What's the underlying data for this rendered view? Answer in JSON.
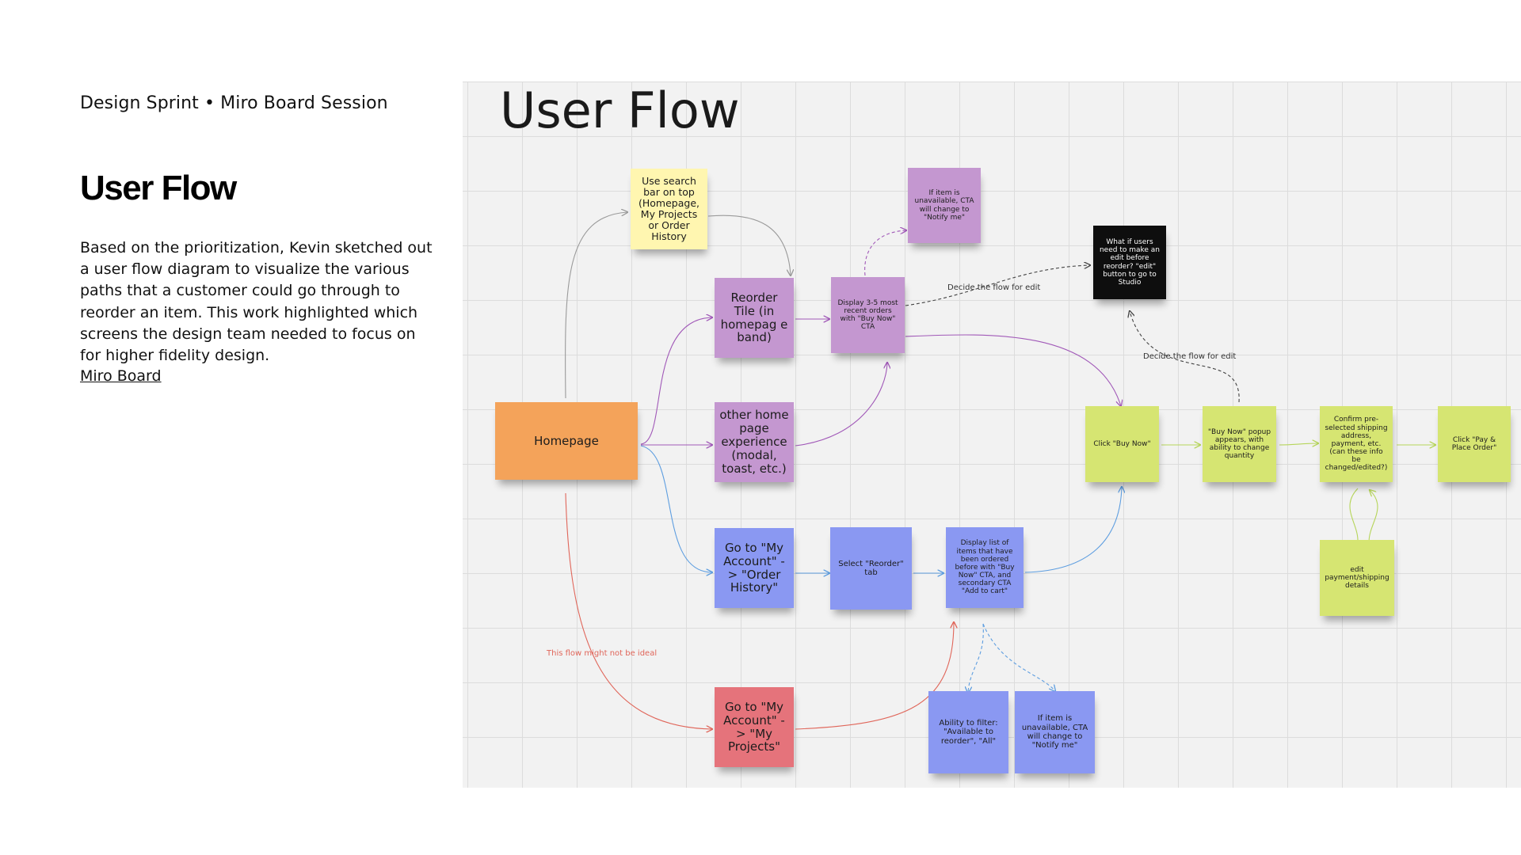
{
  "left": {
    "eyebrow": "Design Sprint • Miro Board Session",
    "title": "User Flow",
    "body": "Based on the prioritization, Kevin sketched out a user flow diagram to visualize the various paths that a customer could go through to reorder an item. This work highlighted which screens the design team needed to focus on for higher fidelity design.",
    "link": "Miro Board"
  },
  "board": {
    "title": "User Flow",
    "notes": {
      "homepage": "Homepage",
      "search": "Use search bar on top (Homepage, My Projects or Order History",
      "reorder_tile": "Reorder Tile (in homepag e band)",
      "other_home": "other home page experience (modal, toast, etc.)",
      "order_history": "Go to \"My Account\" -> \"Order History\"",
      "my_projects": "Go to \"My Account\" -> \"My Projects\"",
      "display_recent": "Display 3-5 most recent orders with \"Buy Now\" CTA",
      "unavailable_top": "If item is unavailable, CTA will change to \"Notify me\"",
      "select_reorder": "Select \"Reorder\" tab",
      "display_list": "Display list of items that have been ordered before with \"Buy Now\" CTA, and secondary CTA \"Add to cart\"",
      "filter": "Ability to filter: \"Available to reorder\", \"All\"",
      "unavailable_bottom": "If item is unavailable, CTA will change to \"Notify me\"",
      "what_if": "What if users need to make an edit before reorder? \"edit\" button to go to Studio",
      "click_buy": "Click \"Buy Now\"",
      "popup": "\"Buy Now\" popup appears, with ability to change quantity",
      "confirm": "Confirm pre-selected shipping address, payment, etc. (can these info be changed/edited?)",
      "pay": "Click \"Pay & Place Order\"",
      "edit_payment": "edit payment/shipping details"
    },
    "labels": {
      "decide_top": "Decide the flow for edit",
      "decide_right": "Decide the flow for edit",
      "not_ideal": "This flow might not be ideal"
    }
  }
}
